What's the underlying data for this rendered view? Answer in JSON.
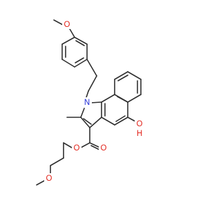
{
  "structure": {
    "atoms": {
      "methoxy_top_o": "O",
      "pyrrole_n": "N",
      "hydroxy_o": "O",
      "hydroxy_h": "H",
      "ester_carbonyl_o": "O",
      "ester_link_o": "O",
      "methoxy_bottom_o": "O"
    },
    "colors": {
      "bond": "#2f2f2f",
      "oxygen": "#e2231a",
      "nitrogen": "#1f2bd6",
      "background": "#ffffff"
    }
  }
}
